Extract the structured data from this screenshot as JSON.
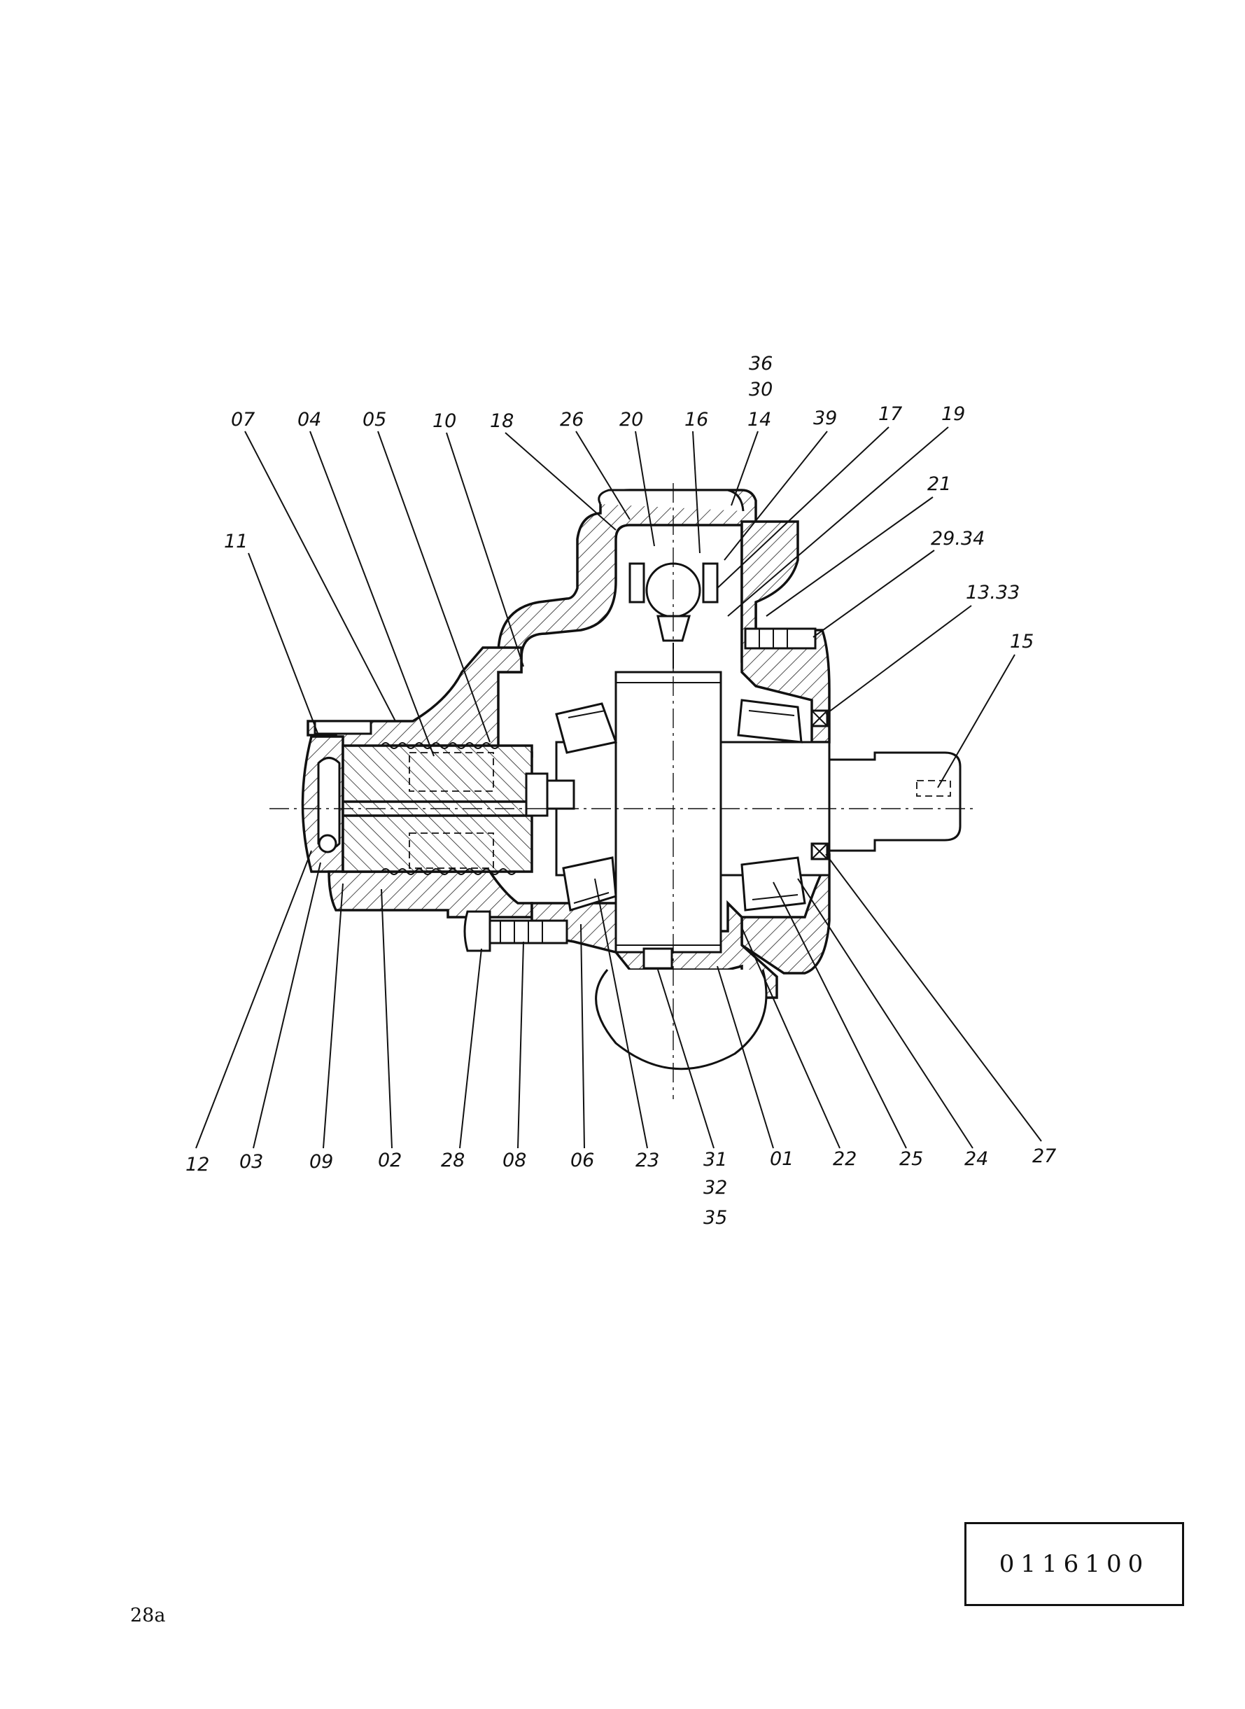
{
  "drawing": {
    "callouts_top": [
      "07",
      "04",
      "05",
      "10",
      "18",
      "26",
      "20",
      "16",
      "14",
      "39",
      "17",
      "19"
    ],
    "callouts_stack_top": [
      "36",
      "30"
    ],
    "callouts_right": [
      "21",
      "29.34",
      "13.33",
      "15"
    ],
    "callouts_left": [
      "11"
    ],
    "callouts_bottom": [
      "12",
      "03",
      "09",
      "02",
      "28",
      "08",
      "06",
      "23",
      "31",
      "01",
      "22",
      "25",
      "24",
      "27"
    ],
    "callouts_stack_bottom": [
      "32",
      "35"
    ]
  },
  "reference_number": "0116100",
  "sheet_label": "28a"
}
